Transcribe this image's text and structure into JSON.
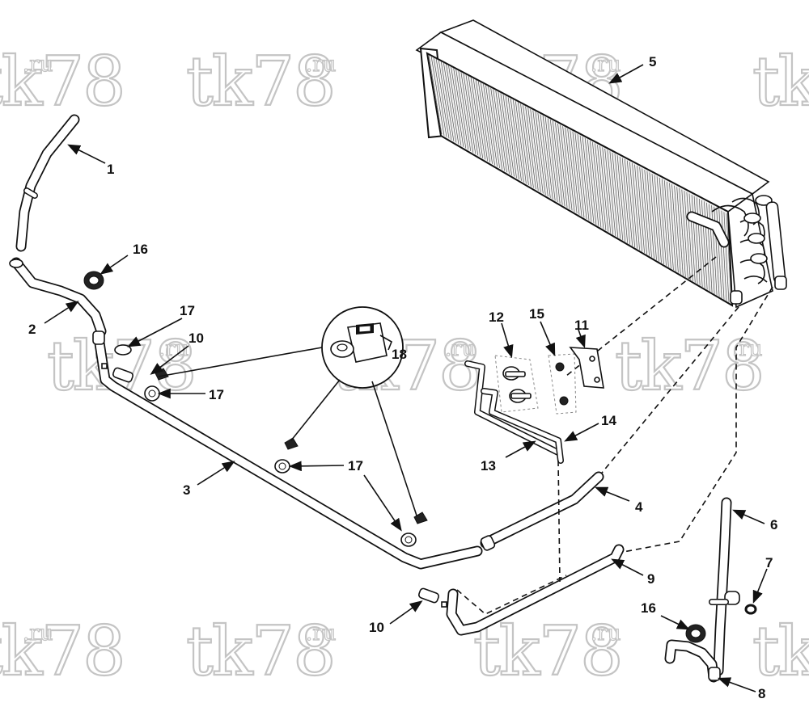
{
  "watermark": {
    "main": "tk78",
    "suffix": ".ru"
  },
  "callouts": [
    {
      "id": "c1",
      "label": "1"
    },
    {
      "id": "c2",
      "label": "2"
    },
    {
      "id": "c3",
      "label": "3"
    },
    {
      "id": "c4",
      "label": "4"
    },
    {
      "id": "c5",
      "label": "5"
    },
    {
      "id": "c6",
      "label": "6"
    },
    {
      "id": "c7",
      "label": "7"
    },
    {
      "id": "c8",
      "label": "8"
    },
    {
      "id": "c9",
      "label": "9"
    },
    {
      "id": "c10a",
      "label": "10"
    },
    {
      "id": "c10b",
      "label": "10"
    },
    {
      "id": "c11",
      "label": "11"
    },
    {
      "id": "c12",
      "label": "12"
    },
    {
      "id": "c13",
      "label": "13"
    },
    {
      "id": "c14",
      "label": "14"
    },
    {
      "id": "c15",
      "label": "15"
    },
    {
      "id": "c16a",
      "label": "16"
    },
    {
      "id": "c16b",
      "label": "16"
    },
    {
      "id": "c17a",
      "label": "17"
    },
    {
      "id": "c17b",
      "label": "17"
    },
    {
      "id": "c17c",
      "label": "17"
    },
    {
      "id": "c18",
      "label": "18"
    }
  ],
  "colors": {
    "line": "#111111",
    "watermark_stroke": "#c4c4c4",
    "background": "#ffffff"
  }
}
